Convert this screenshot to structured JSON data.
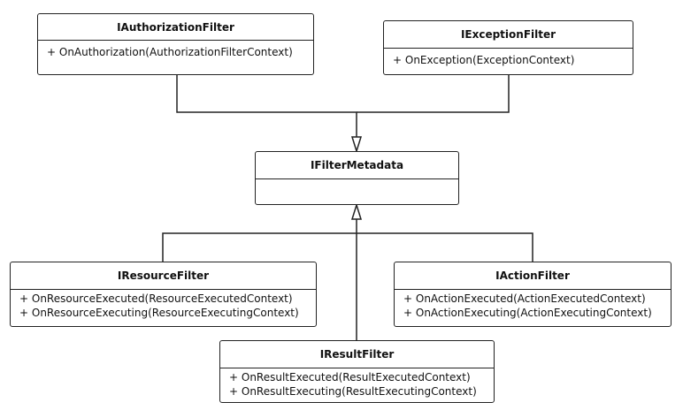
{
  "diagram": {
    "boxes": {
      "authorization": {
        "name": "IAuthorizationFilter",
        "methods": [
          "+ OnAuthorization(AuthorizationFilterContext)"
        ]
      },
      "exception": {
        "name": "IExceptionFilter",
        "methods": [
          "+ OnException(ExceptionContext)"
        ]
      },
      "metadata": {
        "name": "IFilterMetadata",
        "methods": []
      },
      "resource": {
        "name": "IResourceFilter",
        "methods": [
          "+ OnResourceExecuted(ResourceExecutedContext)",
          "+ OnResourceExecuting(ResourceExecutingContext)"
        ]
      },
      "action": {
        "name": "IActionFilter",
        "methods": [
          "+ OnActionExecuted(ActionExecutedContext)",
          "+ OnActionExecuting(ActionExecutingContext)"
        ]
      },
      "result": {
        "name": "IResultFilter",
        "methods": [
          "+ OnResultExecuted(ResultExecutedContext)",
          "+ OnResultExecuting(ResultExecutingContext)"
        ]
      }
    },
    "relationships": [
      {
        "from": "IAuthorizationFilter",
        "to": "IFilterMetadata",
        "type": "inheritance"
      },
      {
        "from": "IExceptionFilter",
        "to": "IFilterMetadata",
        "type": "inheritance"
      },
      {
        "from": "IResourceFilter",
        "to": "IFilterMetadata",
        "type": "inheritance"
      },
      {
        "from": "IActionFilter",
        "to": "IFilterMetadata",
        "type": "inheritance"
      },
      {
        "from": "IResultFilter",
        "to": "IFilterMetadata",
        "type": "inheritance"
      }
    ],
    "colors": {
      "line": "#222222",
      "box_fill": "#ffffff",
      "text": "#111111"
    }
  }
}
